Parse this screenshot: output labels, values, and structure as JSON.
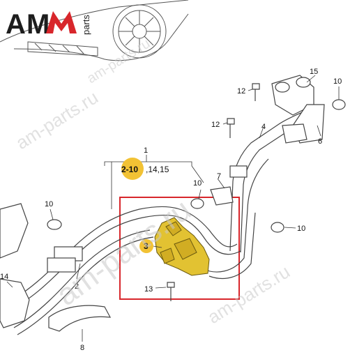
{
  "logo": {
    "letters": "AM",
    "suffix": "parts",
    "red": "#d8262b",
    "dark": "#1d1d1d"
  },
  "watermark": {
    "text": "am-parts.ru",
    "color": "#c9c9c9"
  },
  "highlight": {
    "color": "#d8262b",
    "part_fill": "#e2c232",
    "badge_fill": "#f2c234"
  },
  "callouts": {
    "c1": "1",
    "c2": "2",
    "c3": "3",
    "c6": "6",
    "c7": "7",
    "c8": "8",
    "c10a": "10",
    "c10b": "10",
    "c10c": "10",
    "c10d": "10",
    "c12a": "12",
    "c12b": "12",
    "c13": "13",
    "c14": "14",
    "c15": "15",
    "group_range": "2-10",
    "group_rest": ",14,15"
  }
}
